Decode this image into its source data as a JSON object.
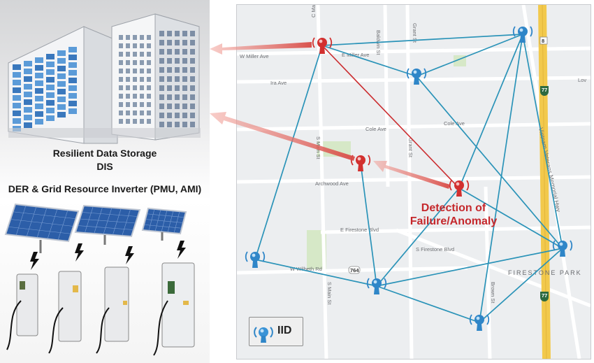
{
  "left": {
    "storage_caption_line1": "Resilient Data Storage",
    "storage_caption_line2": "DIS",
    "der_caption": "DER & Grid Resource Inverter (PMU, AMI)"
  },
  "map": {
    "streets": {
      "w_miller": "W Miller Ave",
      "e_miller": "E Miller Ave",
      "ira": "Ira Ave",
      "cole_w": "Cole Ave",
      "cole_e": "Cole Ave",
      "archwood": "Archwood Ave",
      "e_firestone": "E Firestone Blvd",
      "s_firestone": "S Firestone Blvd",
      "w_wilbeth": "W Wilbeth Rd",
      "s_main_upper": "S Main St",
      "s_main_lower": "S Main St",
      "grant": "Grant St",
      "brown": "Brown St",
      "baldwin": "Baldwin St",
      "c_main": "C Main St",
      "lov": "Lov",
      "vietnam": "Vietnam Veterans Memorial Hwy",
      "route_764": "764",
      "i77_upper": "77",
      "i77_lower": "77",
      "route_8": "8"
    },
    "area_label": "FIRESTONE PARK",
    "anomaly_label_line1": "Detection of",
    "anomaly_label_line2": "Failure/Anomaly",
    "legend_label": "IID"
  },
  "colors": {
    "link": "#2a93b8",
    "alert": "#cb2b2e",
    "iid_blue": "#2f86c8",
    "iid_red": "#d2302f",
    "highway": "#f2c94c"
  }
}
